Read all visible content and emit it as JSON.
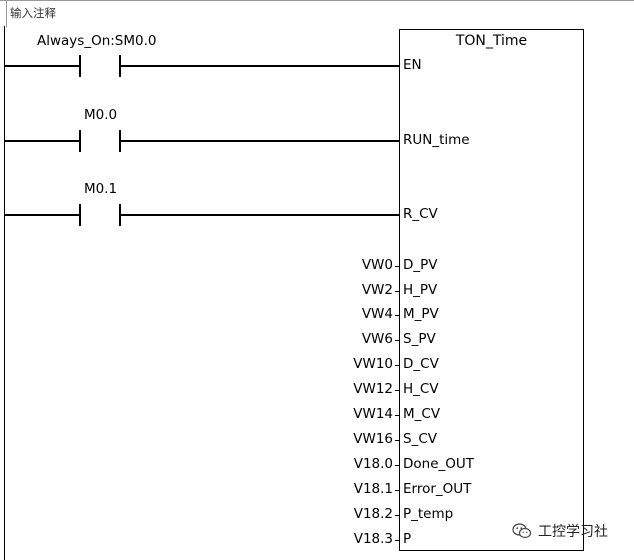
{
  "network": {
    "comment": "输入注释"
  },
  "contacts": [
    {
      "label": "Always_On:SM0.0"
    },
    {
      "label": "M0.0"
    },
    {
      "label": "M0.1"
    }
  ],
  "function_block": {
    "title": "TON_Time",
    "input_pins": [
      {
        "pin": "EN"
      },
      {
        "pin": "RUN_time"
      },
      {
        "pin": "R_CV"
      }
    ],
    "operand_pins": [
      {
        "operand": "VW0",
        "pin": "D_PV"
      },
      {
        "operand": "VW2",
        "pin": "H_PV"
      },
      {
        "operand": "VW4",
        "pin": "M_PV"
      },
      {
        "operand": "VW6",
        "pin": "S_PV"
      },
      {
        "operand": "VW10",
        "pin": "D_CV"
      },
      {
        "operand": "VW12",
        "pin": "H_CV"
      },
      {
        "operand": "VW14",
        "pin": "M_CV"
      },
      {
        "operand": "VW16",
        "pin": "S_CV"
      },
      {
        "operand": "V18.0",
        "pin": "Done_OUT"
      },
      {
        "operand": "V18.1",
        "pin": "Error_OUT"
      },
      {
        "operand": "V18.2",
        "pin": "P_temp"
      },
      {
        "operand": "V18.3",
        "pin": "P"
      }
    ]
  },
  "watermark": {
    "icon": "wechat-icon",
    "text": "工控学习社"
  }
}
